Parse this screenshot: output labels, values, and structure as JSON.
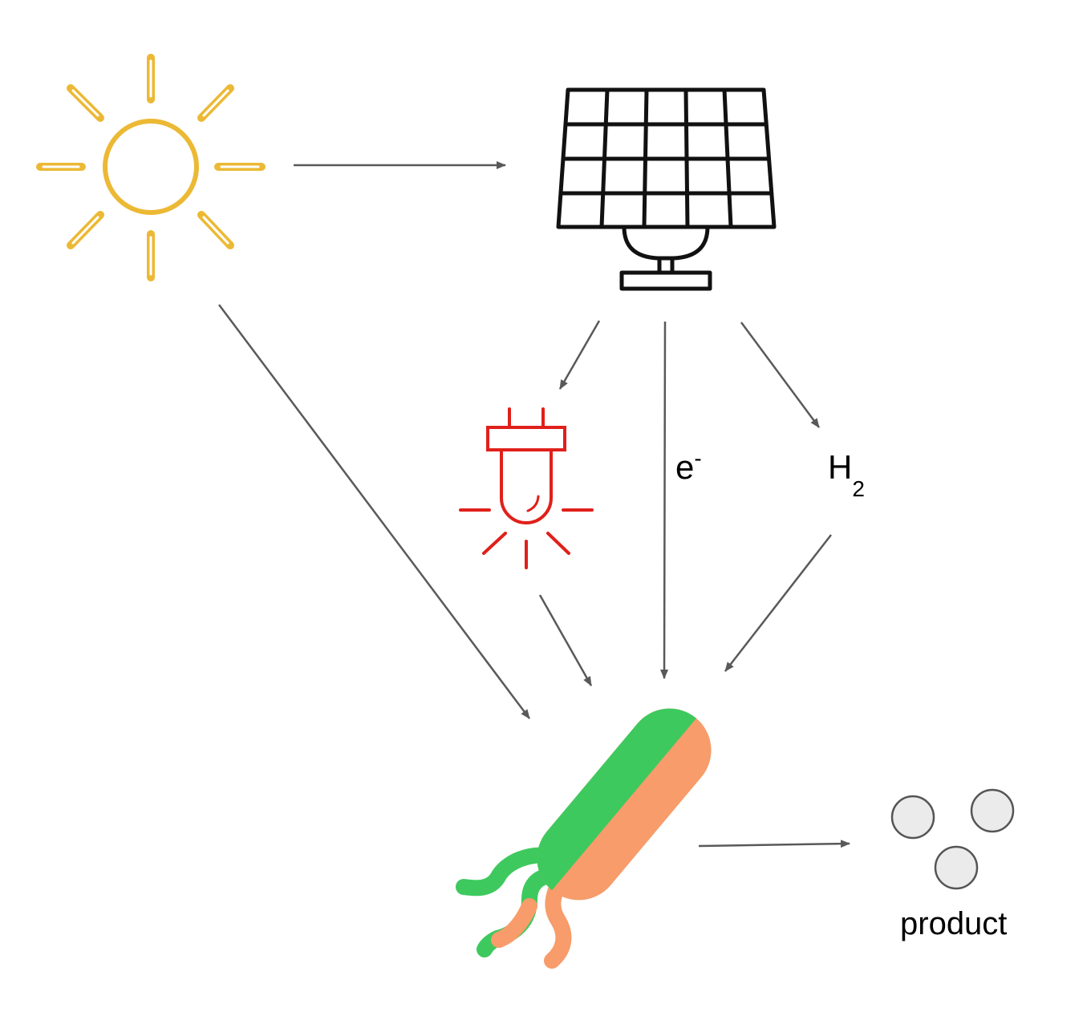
{
  "labels": {
    "electron_base": "e",
    "electron_sup": "-",
    "hydrogen_base": "H",
    "hydrogen_sub": "2",
    "product": "product"
  },
  "icons": {
    "sun": "sun-icon",
    "panel": "solar-panel-icon",
    "led": "led-light-icon",
    "bacterium": "bacterium-icon",
    "product": "product-particles-icon"
  },
  "colors": {
    "sun": "#ecb935",
    "led": "#e0201b",
    "bacterium_green": "#3ec95e",
    "bacterium_orange": "#f79c6a",
    "arrow": "#595959",
    "particle_fill": "#ebebeb",
    "particle_stroke": "#555555"
  }
}
